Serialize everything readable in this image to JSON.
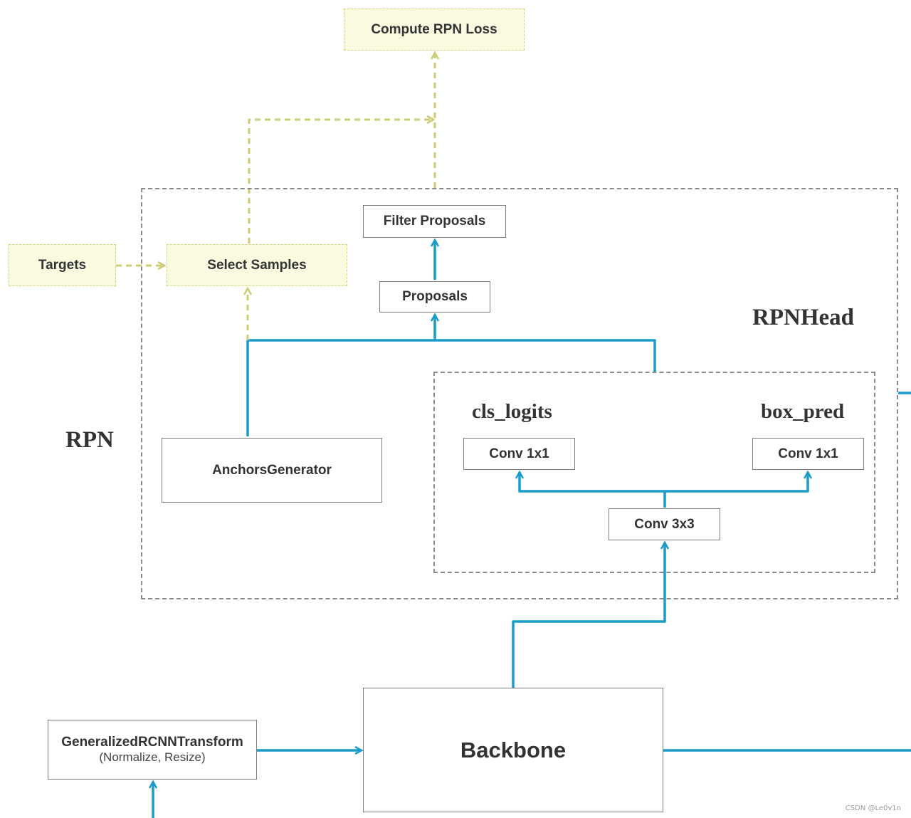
{
  "nodes": {
    "compute_rpn_loss": "Compute RPN Loss",
    "targets": "Targets",
    "select_samples": "Select Samples",
    "filter_proposals": "Filter Proposals",
    "proposals": "Proposals",
    "anchors_generator": "AnchorsGenerator",
    "conv_cls": "Conv 1x1",
    "conv_box": "Conv 1x1",
    "conv_3x3": "Conv 3x3",
    "backbone": "Backbone",
    "transform_title": "GeneralizedRCNNTransform",
    "transform_sub": "(Normalize, Resize)"
  },
  "labels": {
    "rpn": "RPN",
    "rpn_head": "RPNHead",
    "cls_logits": "cls_logits",
    "box_pred": "box_pred"
  },
  "watermark": "CSDN @Le0v1n",
  "colors": {
    "flow_blue": "#1a9bc9",
    "loss_yellow": "#cccc72",
    "yellow_fill": "#fafae1",
    "box_border": "#7d7d7d",
    "region_border": "#8a8a8a"
  }
}
